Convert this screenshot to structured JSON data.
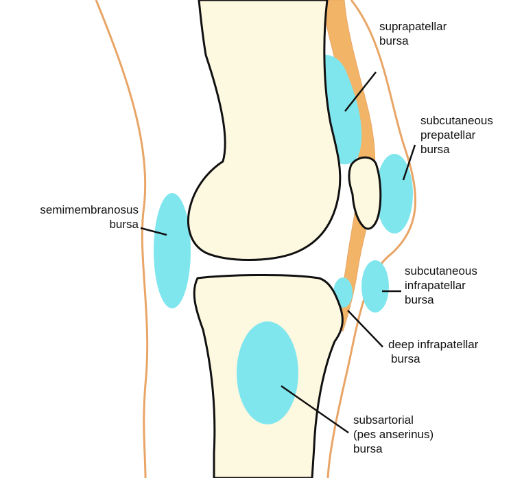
{
  "colors": {
    "background": "#ffffff",
    "bone_fill": "#fdf8e0",
    "bone_outline": "#111111",
    "bursa": "#80e6ee",
    "skin": "#e8a566",
    "tendon": "#f2b467",
    "leader": "#111111"
  },
  "labels": {
    "suprapatellar": [
      "suprapatellar",
      "bursa"
    ],
    "prepatellar": [
      "subcutaneous",
      "prepatellar",
      "bursa"
    ],
    "semimembranosus": [
      "semimembranosus",
      "bursa"
    ],
    "infrapatellar_subcutaneous": [
      "subcutaneous",
      "infrapatellar",
      "bursa"
    ],
    "infrapatellar_deep": [
      "deep infrapatellar",
      "bursa"
    ],
    "subsartorial": [
      "subsartorial",
      "(pes anserinus)",
      "bursa"
    ]
  }
}
